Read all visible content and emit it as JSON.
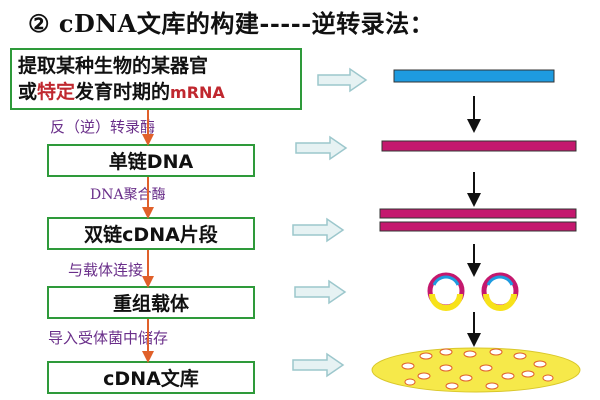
{
  "title": "② cDNA文库的构建-----逆转录法：",
  "source_box": {
    "line1": "提取某种生物的某器官",
    "line2_prefix": "或",
    "line2_red": "特定",
    "line2_mid": "发育时期的",
    "line2_suffix": "mRNA"
  },
  "boxes": [
    {
      "label": "单链DNA"
    },
    {
      "label": "双链cDNA片段"
    },
    {
      "label": "重组载体"
    },
    {
      "label": "cDNA文库"
    }
  ],
  "steps": [
    {
      "label": "反（逆）转录酶"
    },
    {
      "label": "DNA聚合酶"
    },
    {
      "label": "与载体连接"
    },
    {
      "label": "导入受体菌中储存"
    }
  ],
  "colors": {
    "box_border": "#2e9a3a",
    "down_arrow": "#e0602a",
    "side_arrow": "#9cc7cc",
    "mrna": "#1e9be0",
    "dna": "#c4186e",
    "plasmid_yellow": "#f7e21a",
    "library": "#f6e94a"
  }
}
